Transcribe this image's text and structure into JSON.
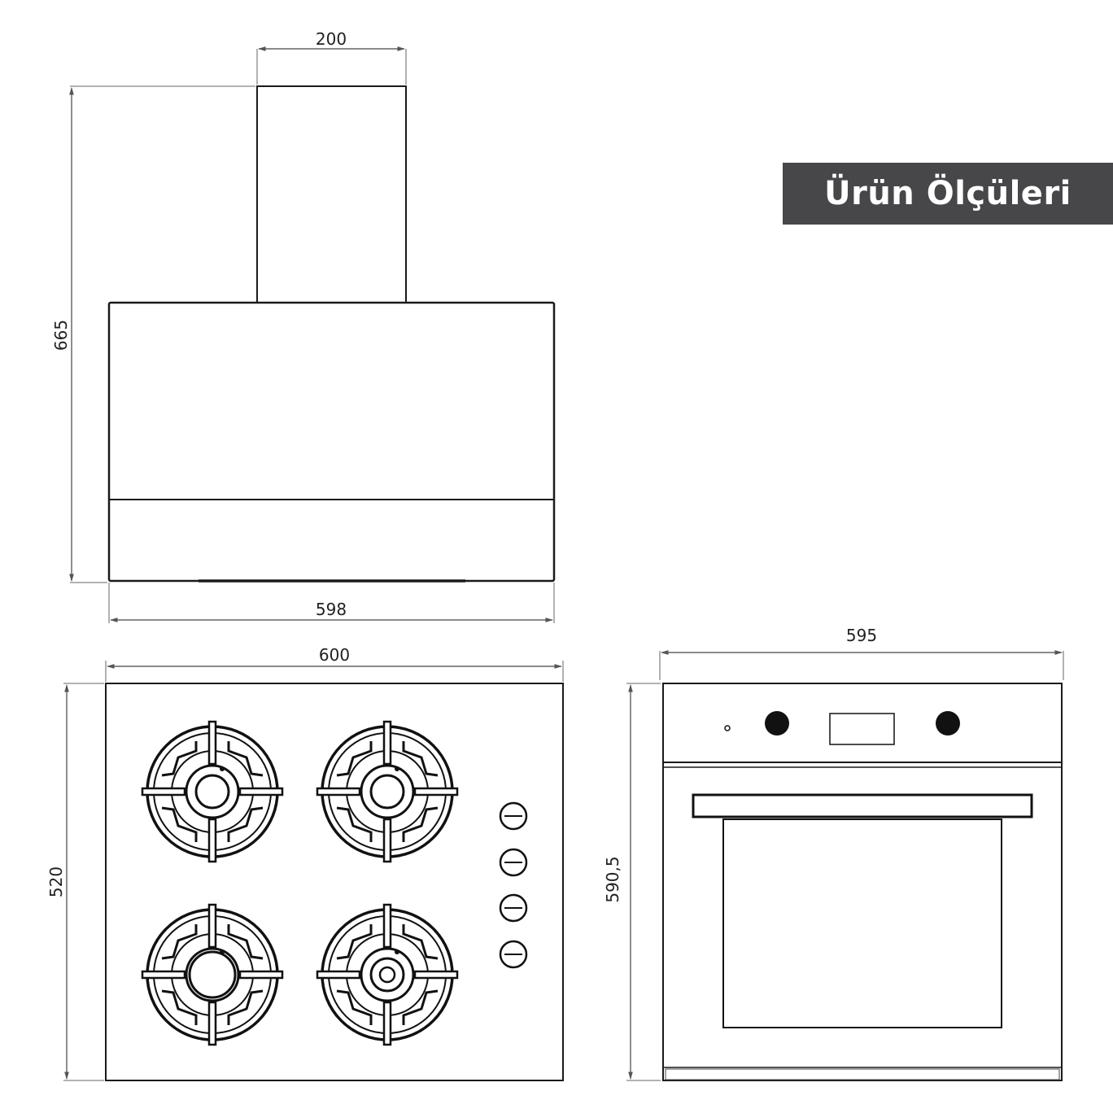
{
  "title": "Ürün Ölçüleri",
  "colors": {
    "banner_bg": "#47474a",
    "banner_text": "#ffffff",
    "line": "#1a1a1a",
    "dim_line": "#333333"
  },
  "hood": {
    "chimney_width": "200",
    "height": "665",
    "width": "598"
  },
  "hob": {
    "width": "600",
    "height": "520"
  },
  "oven": {
    "width": "595",
    "height": "590,5"
  }
}
